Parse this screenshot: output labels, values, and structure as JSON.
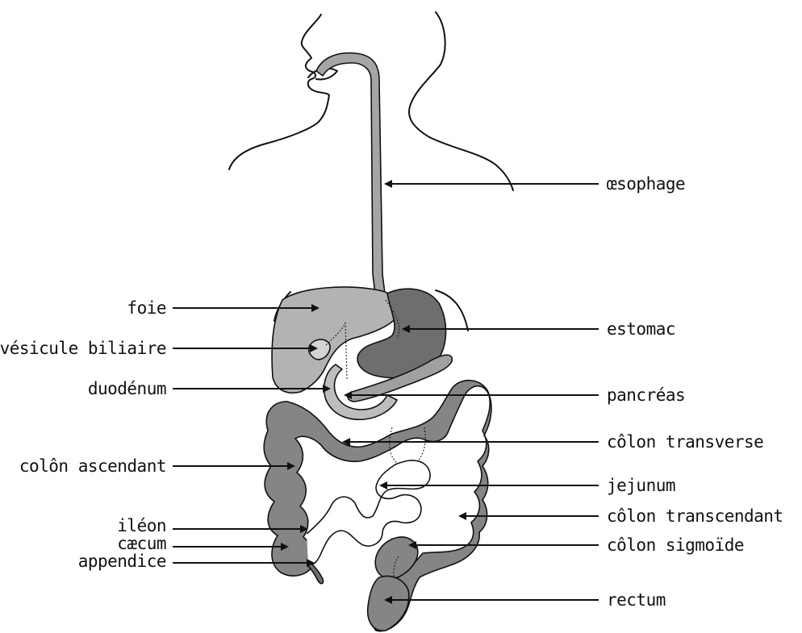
{
  "diagram": {
    "labels_left": [
      {
        "key": "foie",
        "text": "foie"
      },
      {
        "key": "vesicule",
        "text": "vésicule biliaire"
      },
      {
        "key": "duodenum",
        "text": "duodénum"
      },
      {
        "key": "colon_ascendant",
        "text": "colôn ascendant"
      },
      {
        "key": "ileon",
        "text": "iléon"
      },
      {
        "key": "caecum",
        "text": "cæcum"
      },
      {
        "key": "appendice",
        "text": "appendice"
      }
    ],
    "labels_right": [
      {
        "key": "oesophage",
        "text": "œsophage"
      },
      {
        "key": "estomac",
        "text": "estomac"
      },
      {
        "key": "pancreas",
        "text": "pancréas"
      },
      {
        "key": "colon_transverse",
        "text": "côlon transverse"
      },
      {
        "key": "jejunum",
        "text": "jejunum"
      },
      {
        "key": "colon_transcendant",
        "text": "côlon transcendant"
      },
      {
        "key": "colon_sigmoide",
        "text": "côlon sigmoïde"
      },
      {
        "key": "rectum",
        "text": "rectum"
      }
    ],
    "colors": {
      "background": "#ffffff",
      "outline": "#111111",
      "liver": "#b3b3b3",
      "stomach": "#6e6e6e",
      "colon": "#858585",
      "pancreas": "#a0a0a0",
      "esophagus": "#a5a5a5",
      "duodenum": "#bdbdbd"
    }
  }
}
